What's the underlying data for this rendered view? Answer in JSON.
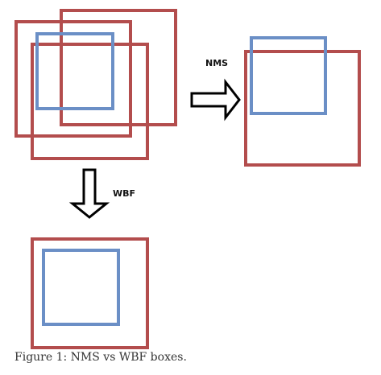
{
  "labels": {
    "nms": "NMS",
    "wbf": "WBF"
  },
  "caption": "Figure 1: NMS vs WBF boxes.",
  "colors": {
    "red_box": "#b34d4d",
    "blue_box": "#6b8fc6",
    "arrow": "#000000",
    "background": "#ffffff"
  }
}
